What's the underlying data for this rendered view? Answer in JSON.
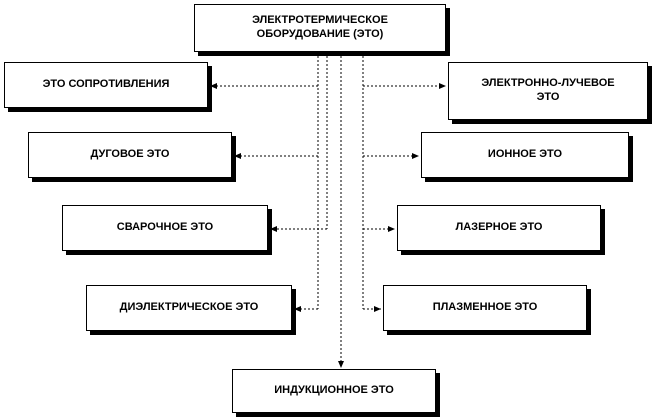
{
  "diagram": {
    "root": "ЭЛЕКТРОТЕРМИЧЕСКОЕ\nОБОРУДОВАНИЕ (ЭТО)",
    "left": [
      "ЭТО СОПРОТИВЛЕНИЯ",
      "ДУГОВОЕ ЭТО",
      "СВАРОЧНОЕ ЭТО",
      "ДИЭЛЕКТРИЧЕСКОЕ ЭТО"
    ],
    "right": [
      "ЭЛЕКТРОННО-ЛУЧЕВОЕ\nЭТО",
      "ИОННОЕ ЭТО",
      "ЛАЗЕРНОЕ ЭТО",
      "ПЛАЗМЕННОЕ ЭТО"
    ],
    "bottom": "ИНДУКЦИОННОЕ ЭТО"
  }
}
